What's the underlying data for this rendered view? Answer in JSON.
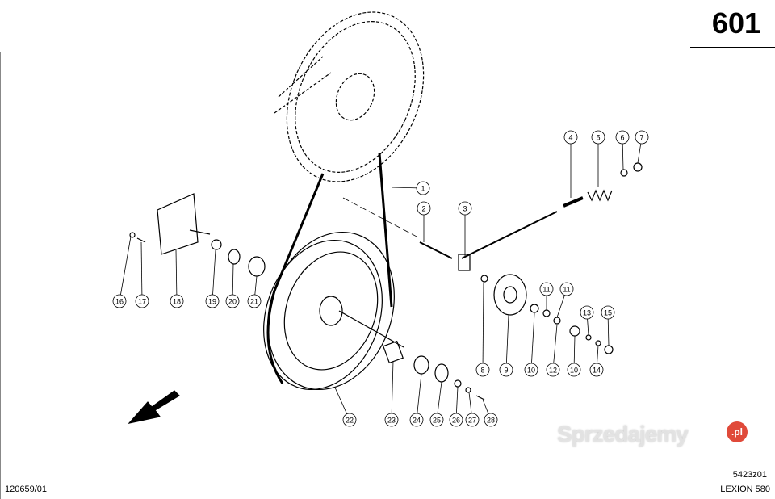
{
  "page_number": "601",
  "drawing_id": "120659/01",
  "figure_id": "5423z01",
  "model": "LEXION 580",
  "watermark": "Sprzedajemy",
  "watermark_badge": ".pl",
  "callouts": [
    "1",
    "2",
    "3",
    "4",
    "5",
    "6",
    "7",
    "8",
    "9",
    "10",
    "11",
    "11",
    "12",
    "10",
    "13",
    "14",
    "15",
    "16",
    "17",
    "18",
    "19",
    "20",
    "21",
    "22",
    "23",
    "24",
    "25",
    "26",
    "27",
    "28"
  ]
}
